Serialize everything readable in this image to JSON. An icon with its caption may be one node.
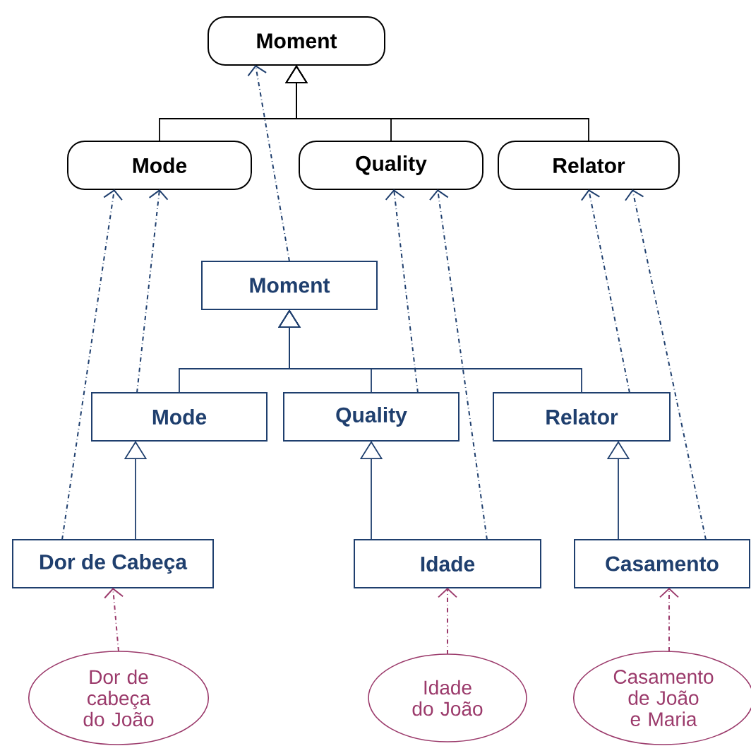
{
  "diagram": {
    "nodes": [
      {
        "text": [
          "Moment"
        ]
      },
      {
        "text": [
          "Mode"
        ]
      },
      {
        "text": [
          "Quality"
        ]
      },
      {
        "text": [
          "Relator"
        ]
      },
      {
        "text": [
          "Moment"
        ]
      },
      {
        "text": [
          "Mode"
        ]
      },
      {
        "text": [
          "Quality"
        ]
      },
      {
        "text": [
          "Relator"
        ]
      },
      {
        "text": [
          "Dor de Cabeça"
        ]
      },
      {
        "text": [
          "Idade"
        ]
      },
      {
        "text": [
          "Casamento"
        ]
      },
      {
        "text": [
          "Dor de cabeça do João"
        ]
      },
      {
        "text": [
          "Idade do João"
        ]
      },
      {
        "text": [
          "Casamento de João e Maria"
        ]
      }
    ],
    "edges": [
      {
        "from": 1,
        "to": 0,
        "arrow": "to",
        "color": "#000000"
      },
      {
        "from": 2,
        "to": 0,
        "arrow": "to",
        "color": "#000000"
      },
      {
        "from": 3,
        "to": 0,
        "arrow": "to",
        "color": "#000000"
      },
      {
        "from": 5,
        "to": 4,
        "arrow": "to"
      },
      {
        "from": 6,
        "to": 4,
        "arrow": "to"
      },
      {
        "from": 7,
        "to": 4,
        "arrow": "to"
      },
      {
        "from": 8,
        "to": 5,
        "arrow": "to"
      },
      {
        "from": 9,
        "to": 6,
        "arrow": "to"
      },
      {
        "from": 10,
        "to": 7,
        "arrow": "to"
      },
      {
        "from": 4,
        "to": 0,
        "arrow": "to",
        "style": "dashed"
      },
      {
        "from": 5,
        "to": 1,
        "arrow": "to",
        "style": "dashed"
      },
      {
        "from": 8,
        "to": 1,
        "arrow": "to",
        "style": "dashed"
      },
      {
        "from": 6,
        "to": 2,
        "arrow": "to",
        "style": "dashed"
      },
      {
        "from": 9,
        "to": 2,
        "arrow": "to",
        "style": "dashed"
      },
      {
        "from": 7,
        "to": 3,
        "arrow": "to",
        "style": "dashed"
      },
      {
        "from": 10,
        "to": 3,
        "arrow": "to",
        "style": "dashed"
      },
      {
        "from": 11,
        "to": 8,
        "arrow": "to",
        "style": "dashed",
        "color": "#9b3a6b"
      },
      {
        "from": 12,
        "to": 9,
        "arrow": "to",
        "style": "dashed",
        "color": "#9b3a6b"
      },
      {
        "from": 13,
        "to": 10,
        "arrow": "to",
        "style": "dashed",
        "color": "#9b3a6b"
      }
    ]
  }
}
